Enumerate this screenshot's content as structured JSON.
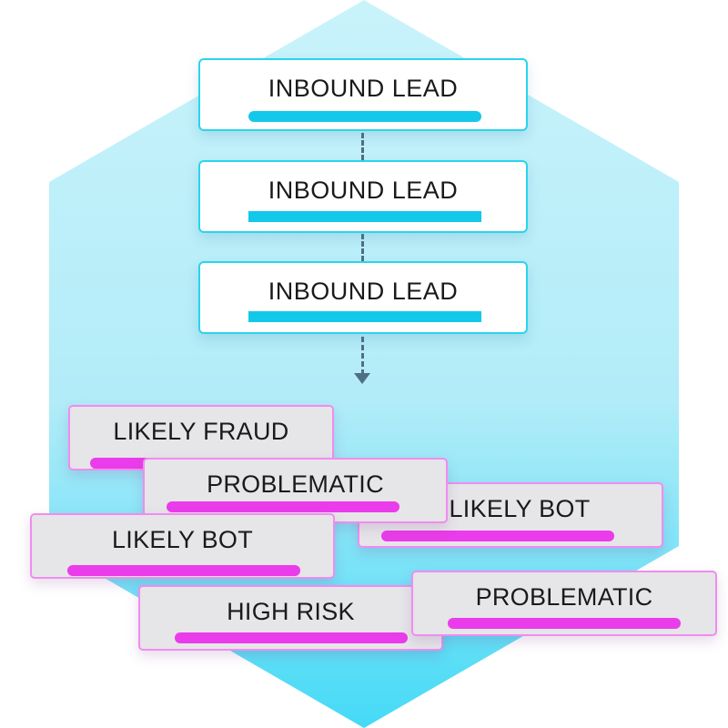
{
  "colors": {
    "hexagon_top": "#c7f2fa",
    "hexagon_bottom": "#4fdcf6",
    "lead_border": "#2ad4ee",
    "lead_bar": "#14c8ea",
    "tag_border": "#f08cf0",
    "tag_bar": "#ea3cea",
    "connector": "#4f6f86"
  },
  "leads": [
    {
      "label": "INBOUND LEAD"
    },
    {
      "label": "INBOUND LEAD"
    },
    {
      "label": "INBOUND LEAD"
    }
  ],
  "tags": [
    {
      "label": "LIKELY FRAUD"
    },
    {
      "label": "LIKELY BOT"
    },
    {
      "label": "PROBLEMATIC"
    },
    {
      "label": "LIKELY BOT"
    },
    {
      "label": "HIGH RISK"
    },
    {
      "label": "PROBLEMATIC"
    }
  ]
}
